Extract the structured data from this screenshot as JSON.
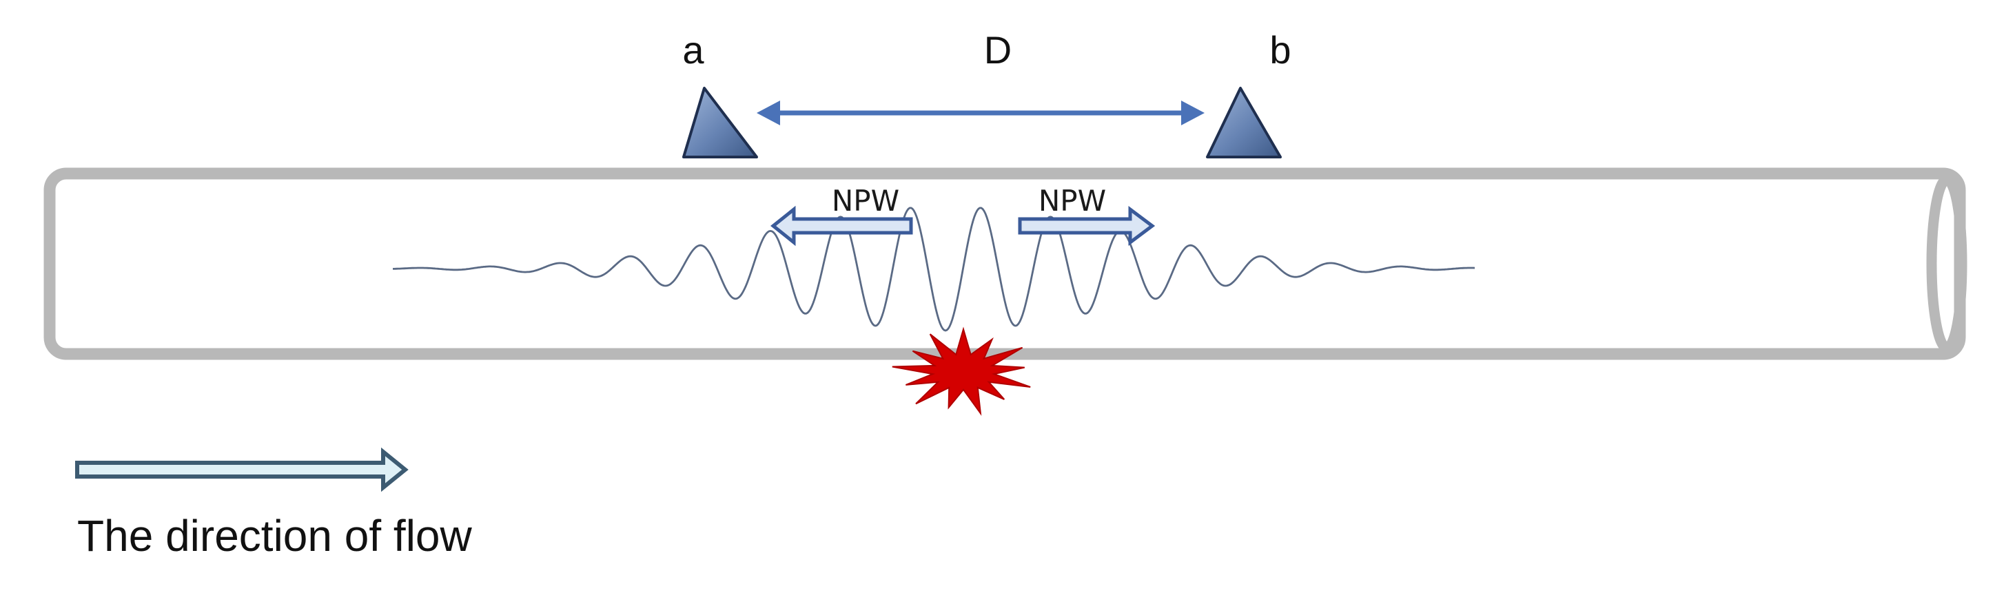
{
  "labels": {
    "sensor_a": "a",
    "sensor_b": "b",
    "distance": "D",
    "wave_left": "NPW",
    "wave_right": "NPW",
    "flow_caption": "The direction of flow"
  },
  "colors": {
    "pipe_outline": "#b8b8b8",
    "sensor_fill": "#5f7fb0",
    "sensor_edge": "#1f2f4f",
    "distance_arrow": "#4a72b8",
    "npw_arrow_fill": "#dbe6f5",
    "npw_arrow_edge": "#3a5a99",
    "wave": "#5a6a85",
    "leak": "#d40000",
    "flow_arrow_fill": "#dff0f6",
    "flow_arrow_edge": "#3d5b72"
  }
}
